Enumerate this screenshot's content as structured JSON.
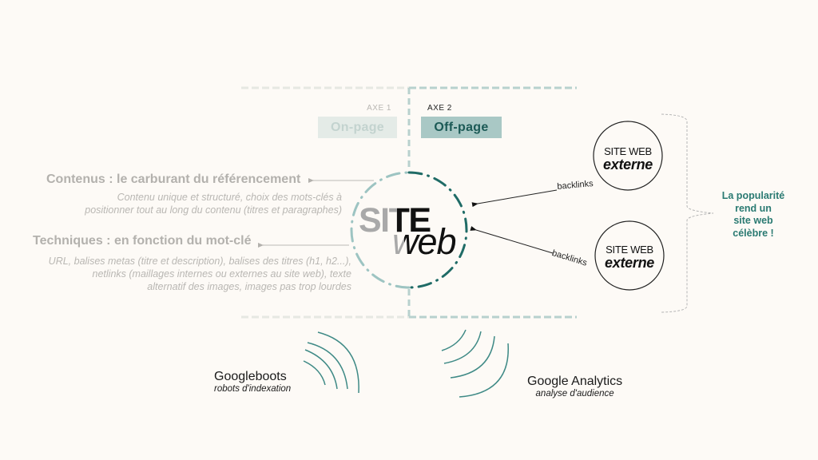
{
  "axes": {
    "axe1": {
      "label": "AXE 1",
      "tab": "On-page"
    },
    "axe2": {
      "label": "AXE 2",
      "tab": "Off-page"
    }
  },
  "onpage_items": [
    {
      "title": "Contenus : le carburant du référencement",
      "description": [
        "Contenu unique et structuré, choix des mots-clés à",
        "positionner tout au long du contenu (titres et paragraphes)"
      ]
    },
    {
      "title": "Techniques : en fonction du mot-clé",
      "description": [
        "URL, balises metas (titre et description), balises des titres (h1, h2...),",
        "netlinks (maillages internes ou externes au site web), texte",
        "alternatif des images, images pas trop lourdes"
      ]
    }
  ],
  "center_logo": {
    "line1": "SITE",
    "line2": "web"
  },
  "external_sites": [
    {
      "line1": "SITE WEB",
      "line2": "externe",
      "link_label": "backlinks"
    },
    {
      "line1": "SITE WEB",
      "line2": "externe",
      "link_label": "backlinks"
    }
  ],
  "popularity": [
    "La popularité",
    "rend un",
    "site web",
    "célèbre !"
  ],
  "tools": [
    {
      "title": "Googleboots",
      "subtitle": "robots d'indexation"
    },
    {
      "title": "Google Analytics",
      "subtitle": "analyse d'audience"
    }
  ],
  "colors": {
    "background": "#fdfaf6",
    "teal_dark": "#1f6b66",
    "teal_light": "#9dc4c2",
    "teal_text": "#2a7a72",
    "gray_text": "#b3b1ad"
  }
}
